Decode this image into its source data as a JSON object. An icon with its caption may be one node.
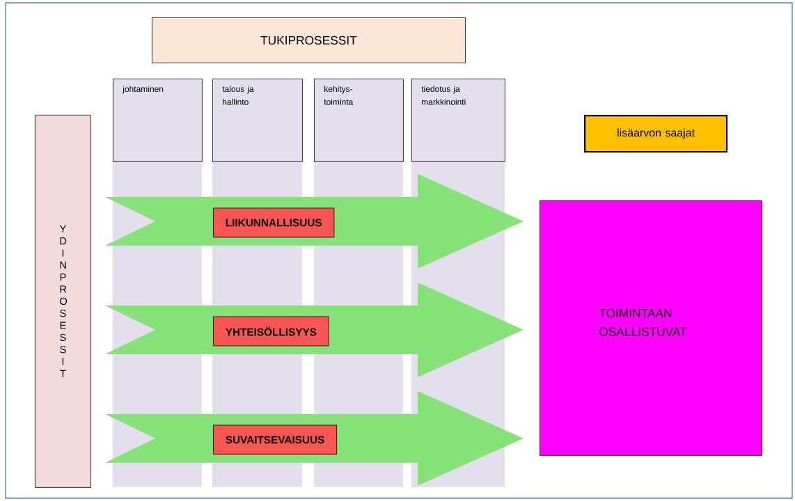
{
  "diagram": {
    "nodes": [
      {
        "text": [
          "TUKIPROSESSIT"
        ]
      },
      {
        "text": [
          "johtaminen"
        ]
      },
      {
        "text": [
          "talous ja hallinto"
        ]
      },
      {
        "text": [
          "kehitys-toiminta"
        ]
      },
      {
        "text": [
          "tiedotus ja markkinointi"
        ]
      },
      {
        "text": [
          "lisäarvon saajat"
        ]
      },
      {
        "text": [
          "YDINPROSESSIT"
        ]
      },
      {
        "text": [
          "TOIMINTAAN OSALLISTUVAT"
        ]
      }
    ],
    "edges": [
      {
        "from": 6,
        "to": 7,
        "arrow": "to",
        "style": "thick",
        "label": "LIIKUNNALLISUUS"
      },
      {
        "from": 6,
        "to": 7,
        "arrow": "to",
        "style": "thick",
        "label": "YHTEISÖLLISYYS"
      },
      {
        "from": 6,
        "to": 7,
        "arrow": "to",
        "style": "thick",
        "label": "SUVAITSEVAISUUS"
      }
    ]
  }
}
